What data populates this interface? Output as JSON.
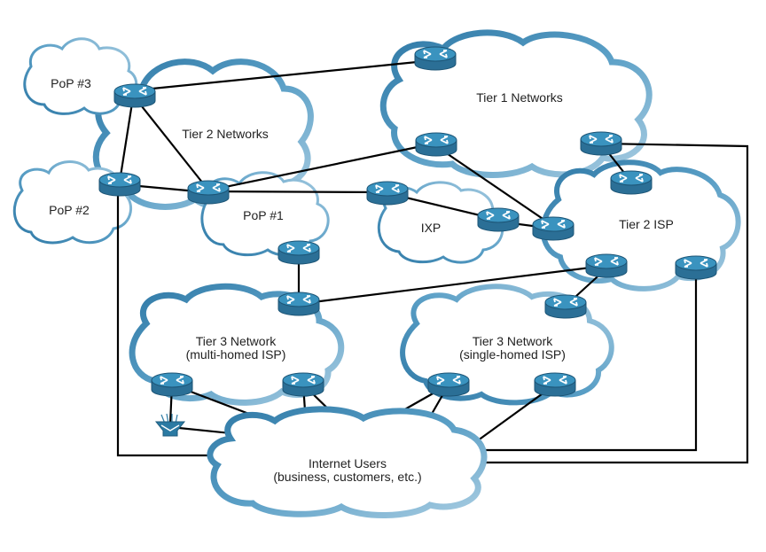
{
  "colors": {
    "cloud_fill": "#ffffff",
    "cloud_outline_dark": "#2f79a6",
    "cloud_outline_light": "#a9cde2",
    "router_body": "#2b7aa3",
    "router_top": "#3a93bf",
    "link": "#000000"
  },
  "clouds": {
    "pop3": {
      "label": "PoP #3"
    },
    "tier2_networks": {
      "label": "Tier 2 Networks"
    },
    "pop2": {
      "label": "PoP #2"
    },
    "pop1": {
      "label": "PoP #1"
    },
    "tier1": {
      "label": "Tier 1 Networks"
    },
    "ixp": {
      "label": "IXP"
    },
    "tier2_isp": {
      "label": "Tier 2 ISP"
    },
    "tier3_multi": {
      "line1": "Tier 3 Network",
      "line2": "(multi-homed ISP)"
    },
    "tier3_single": {
      "line1": "Tier 3 Network",
      "line2": "(single-homed ISP)"
    },
    "internet_users": {
      "line1": "Internet Users",
      "line2": "(business, customers, etc.)"
    }
  },
  "icons": {
    "router": "router-icon",
    "switch": "multilayer-switch-icon"
  }
}
